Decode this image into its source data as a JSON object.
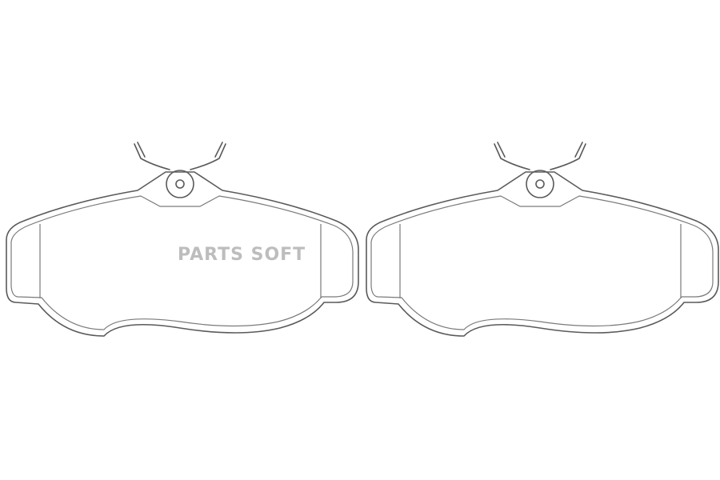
{
  "watermark": {
    "text": "PARTS SOFT",
    "color": "#bdbdbd"
  },
  "drawing": {
    "subject": "brake-pad-pair",
    "stroke_color": "#5a5a5a",
    "pad_count": 2
  }
}
